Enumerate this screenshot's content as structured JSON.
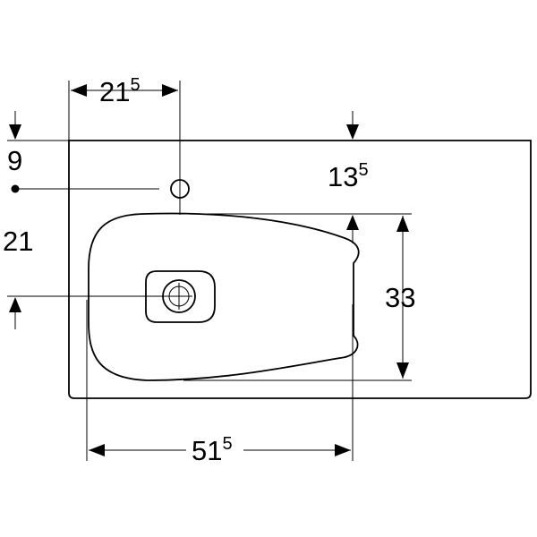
{
  "dimensions": {
    "tap_offset": {
      "main": "21",
      "sup": "5"
    },
    "top_edge": {
      "main": "9",
      "sup": ""
    },
    "tap_to_bowl": {
      "main": "21",
      "sup": ""
    },
    "rim_to_bowl": {
      "main": "13",
      "sup": "5"
    },
    "bowl_depth": {
      "main": "33",
      "sup": ""
    },
    "bowl_width": {
      "main": "51",
      "sup": "5"
    }
  },
  "colors": {
    "line": "#000000",
    "background": "#ffffff"
  }
}
